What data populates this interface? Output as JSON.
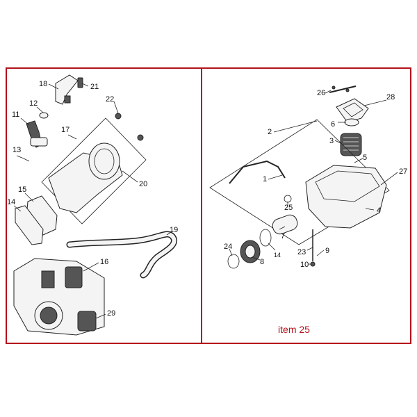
{
  "left_panel": {
    "callouts": [
      "18",
      "21",
      "12",
      "22",
      "11",
      "17",
      "13",
      "15",
      "14",
      "20",
      "19",
      "16",
      "29"
    ]
  },
  "right_panel": {
    "callouts": [
      "26",
      "28",
      "2",
      "6",
      "3",
      "5",
      "27",
      "1",
      "25",
      "4",
      "7",
      "24",
      "8",
      "14",
      "23",
      "9",
      "10"
    ],
    "caption": "item 25"
  },
  "colors": {
    "frame": "#b3121c",
    "caption": "#b3121c"
  }
}
